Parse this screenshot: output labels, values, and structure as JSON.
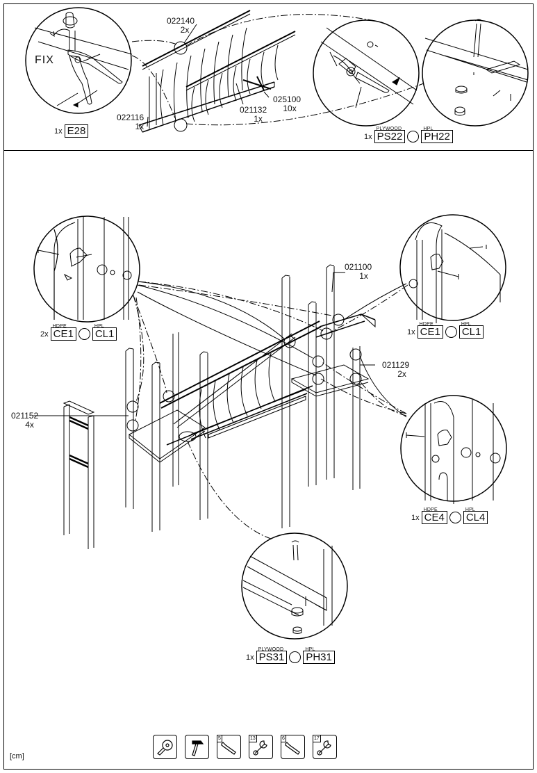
{
  "top_section": {
    "fix_label": "FIX",
    "parts": [
      {
        "code": "022140",
        "qty": "2x"
      },
      {
        "code": "022116",
        "qty": "1x"
      },
      {
        "code": "021132",
        "qty": "1x"
      },
      {
        "code": "025100",
        "qty": "10x"
      }
    ],
    "components": {
      "e28": {
        "qty": "1x",
        "code": "E28"
      },
      "ps22": {
        "qty": "1x",
        "mat1": "PLYWOOD",
        "code1": "PS22",
        "mat2": "HPL",
        "code2": "PH22"
      }
    }
  },
  "bottom_section": {
    "parts": [
      {
        "code": "021100",
        "qty": "1x"
      },
      {
        "code": "021129",
        "qty": "2x"
      },
      {
        "code": "021152",
        "qty": "4x"
      }
    ],
    "components": {
      "ce1_left": {
        "qty": "2x",
        "mat1": "HDPE",
        "code1": "CE1",
        "mat2": "HPL",
        "code2": "CL1"
      },
      "ce1_right": {
        "qty": "1x",
        "mat1": "HDPE",
        "code1": "CE1",
        "mat2": "HPL",
        "code2": "CL1"
      },
      "ce4": {
        "qty": "1x",
        "mat1": "HDPE",
        "code1": "CE4",
        "mat2": "HPL",
        "code2": "CL4"
      },
      "ps31": {
        "qty": "1x",
        "mat1": "PLYWOOD",
        "code1": "PS31",
        "mat2": "HPL",
        "code2": "PH31"
      }
    }
  },
  "tools": [
    {
      "icon": "tape-measure-icon",
      "size": ""
    },
    {
      "icon": "hammer-icon",
      "size": ""
    },
    {
      "icon": "allen-key-icon",
      "size": "5"
    },
    {
      "icon": "wrench-icon",
      "size": "13"
    },
    {
      "icon": "allen-key-icon",
      "size": "6"
    },
    {
      "icon": "wrench-icon",
      "size": "17"
    }
  ],
  "unit_label": "[cm]"
}
